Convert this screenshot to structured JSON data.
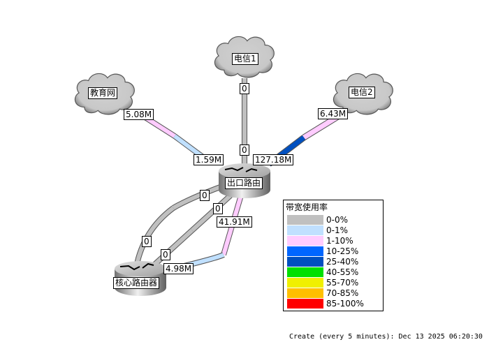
{
  "nodes": {
    "dianxin1": {
      "label": "电信1",
      "type": "cloud"
    },
    "jiaoyuwang": {
      "label": "教育网",
      "type": "cloud"
    },
    "dianxin2": {
      "label": "电信2",
      "type": "cloud"
    },
    "chukou": {
      "label": "出口路由",
      "type": "router"
    },
    "hexin": {
      "label": "核心路由器",
      "type": "router"
    }
  },
  "links": [
    {
      "name": "link-dianxin1-chukou",
      "in_label": "0",
      "out_label": "0",
      "in_color": "#c0c0c0",
      "out_color": "#c0c0c0"
    },
    {
      "name": "link-jiaoyuwang-chukou",
      "in_label": "5.08M",
      "out_label": "1.59M",
      "in_color": "#ffccff",
      "out_color": "#c0e0ff"
    },
    {
      "name": "link-dianxin2-chukou",
      "in_label": "6.43M",
      "out_label": "127.18M",
      "in_color": "#ffccff",
      "out_color": "#0050c0"
    },
    {
      "name": "link-chukou-hexin-a",
      "in_label": "0",
      "out_label": "0",
      "in_color": "#c0c0c0",
      "out_color": "#c0c0c0"
    },
    {
      "name": "link-chukou-hexin-b",
      "in_label": "0",
      "out_label": "0",
      "in_color": "#c0c0c0",
      "out_color": "#c0c0c0"
    },
    {
      "name": "link-chukou-hexin-c",
      "in_label": "41.91M",
      "out_label": "4.98M",
      "in_color": "#ffccff",
      "out_color": "#c0e0ff"
    }
  ],
  "legend": {
    "title": "带宽使用率",
    "items": [
      {
        "label": "0-0%",
        "color": "#c0c0c0"
      },
      {
        "label": "0-1%",
        "color": "#c0e0ff"
      },
      {
        "label": "1-10%",
        "color": "#ffccff"
      },
      {
        "label": "10-25%",
        "color": "#0066ff"
      },
      {
        "label": "25-40%",
        "color": "#0050c0"
      },
      {
        "label": "40-55%",
        "color": "#00e000"
      },
      {
        "label": "55-70%",
        "color": "#f0f000"
      },
      {
        "label": "70-85%",
        "color": "#ffc000"
      },
      {
        "label": "85-100%",
        "color": "#ff0000"
      }
    ]
  },
  "footer": "Create (every 5 minutes): Dec 13 2025 06:20:30"
}
